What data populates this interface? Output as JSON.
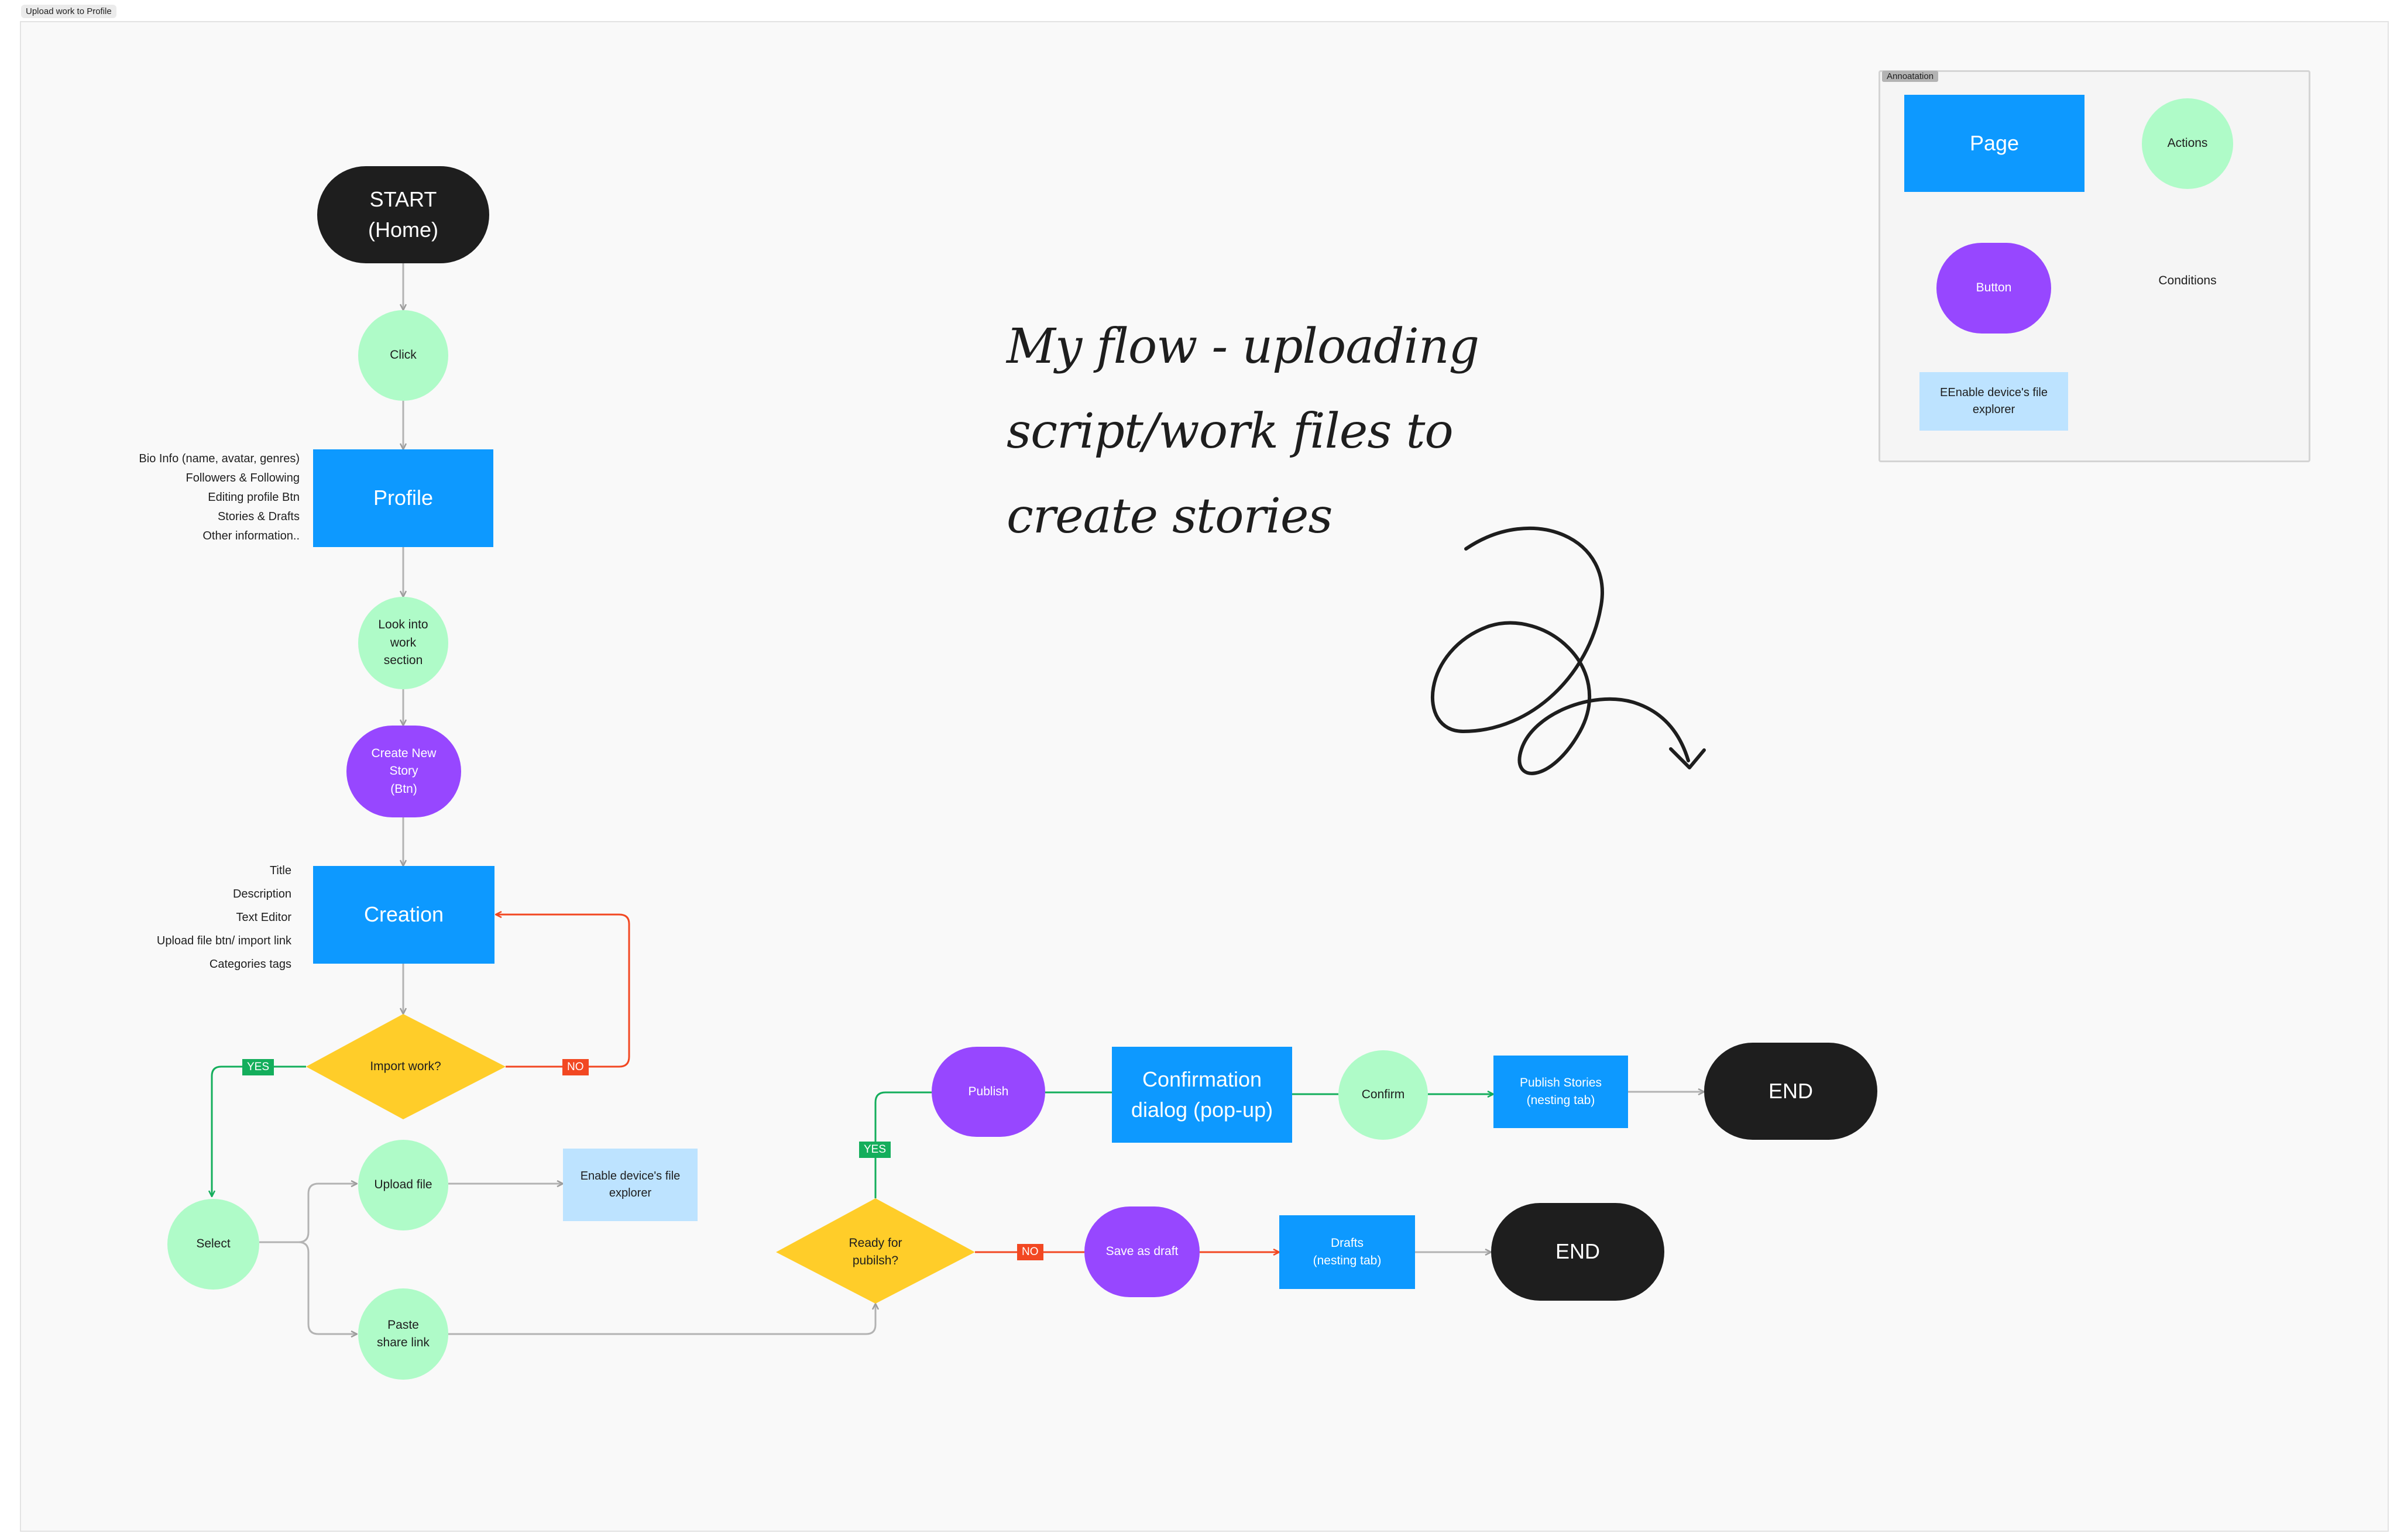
{
  "board": {
    "label": "Upload work to Profile"
  },
  "heading": {
    "lines": [
      "My flow - uploading",
      "script/work files to",
      "create stories"
    ]
  },
  "colors": {
    "page": "#0d99ff",
    "action": "#affbc8",
    "button": "#9747ff",
    "condition": "#ffcd29",
    "explorer": "#bde3ff",
    "terminal": "#1e1e1e",
    "yes": "#14ae5c",
    "no": "#f24822",
    "connector": "#b3b3b3"
  },
  "nodes": {
    "start": {
      "lines": [
        "START",
        "(Home)"
      ]
    },
    "click": {
      "lines": [
        "Click"
      ]
    },
    "profile": {
      "lines": [
        "Profile"
      ]
    },
    "look_into": {
      "lines": [
        "Look into",
        "work",
        "section"
      ]
    },
    "create_new_story": {
      "lines": [
        "Create New",
        "Story",
        "(Btn)"
      ]
    },
    "creation": {
      "lines": [
        "Creation"
      ]
    },
    "import_work": {
      "lines": [
        "Import work?"
      ]
    },
    "select": {
      "lines": [
        "Select"
      ]
    },
    "upload_file": {
      "lines": [
        "Upload file"
      ]
    },
    "enable_explorer": {
      "lines": [
        "Enable device's  file",
        "explorer"
      ]
    },
    "paste_link": {
      "lines": [
        "Paste",
        "share link"
      ]
    },
    "ready_publish": {
      "lines": [
        "Ready for",
        "pubilsh?"
      ]
    },
    "publish": {
      "lines": [
        "Publish"
      ]
    },
    "confirmation": {
      "lines": [
        "Confirmation",
        "dialog (pop-up)"
      ]
    },
    "confirm": {
      "lines": [
        "Confirm"
      ]
    },
    "publish_stories": {
      "lines": [
        "Publish Stories",
        "(nesting tab)"
      ]
    },
    "end_top": {
      "lines": [
        "END"
      ]
    },
    "save_draft": {
      "lines": [
        "Save as draft"
      ]
    },
    "drafts": {
      "lines": [
        "Drafts",
        "(nesting tab)"
      ]
    },
    "end_bottom": {
      "lines": [
        "END"
      ]
    }
  },
  "tags": {
    "yes": "YES",
    "no": "NO"
  },
  "profile_notes": [
    "Bio Info (name, avatar, genres)",
    "Followers & Following",
    "Editing profile Btn",
    "Stories & Drafts",
    "Other information.."
  ],
  "creation_notes": [
    "Title",
    "Description",
    "Text Editor",
    "Upload file btn/ import link",
    "Categories tags"
  ],
  "annotation": {
    "label": "Annoatation",
    "page": "Page",
    "actions": "Actions",
    "button": "Button",
    "conditions": "Conditions",
    "explorer_lines": [
      "EEnable device's  file",
      "explorer"
    ]
  }
}
